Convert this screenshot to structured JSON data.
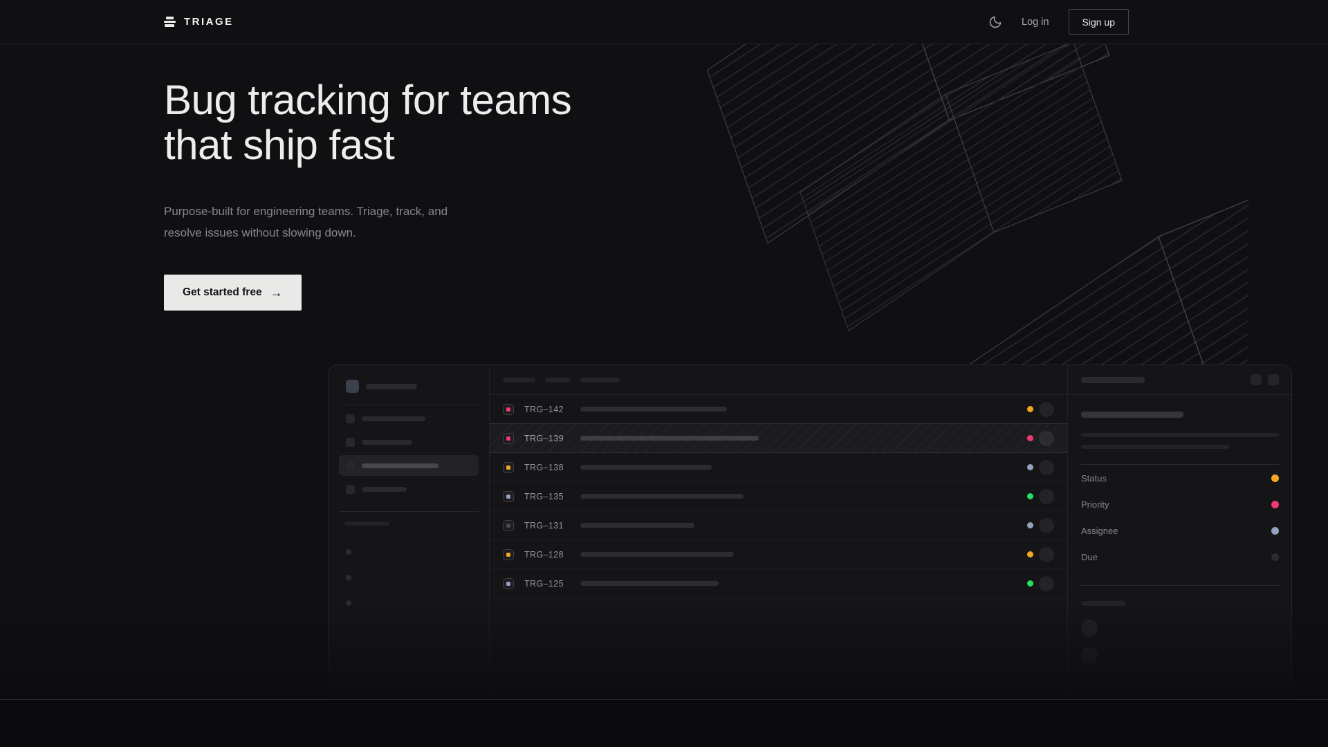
{
  "nav": {
    "brand": "TRIAGE",
    "login_label": "Log in",
    "signup_label": "Sign up"
  },
  "hero": {
    "heading_line1": "Bug tracking for teams",
    "heading_line2": "that ship fast",
    "subtitle_line1": "Purpose-built for engineering teams. Triage, track, and",
    "subtitle_line2": "resolve issues without slowing down.",
    "cta_label": "Get started free",
    "cta_arrow": "→"
  },
  "mockup": {
    "issues": [
      {
        "id": "TRG–142",
        "icon_color": "#ee3a6f",
        "status_color": "#f5a623",
        "title_width": 212,
        "selected": false
      },
      {
        "id": "TRG–139",
        "icon_color": "#ee3a6f",
        "status_color": "#ee3a6f",
        "title_width": 258,
        "selected": true
      },
      {
        "id": "TRG–138",
        "icon_color": "#f5a623",
        "status_color": "#93a3bd",
        "title_width": 190,
        "selected": false
      },
      {
        "id": "TRG–135",
        "icon_color": "#93a3bd",
        "status_color": "#24e05f",
        "title_width": 236,
        "selected": false
      },
      {
        "id": "TRG–131",
        "icon_color": "#4a4a52",
        "status_color": "#93a3bd",
        "title_width": 165,
        "selected": false
      },
      {
        "id": "TRG–128",
        "icon_color": "#f5a623",
        "status_color": "#f5a623",
        "title_width": 222,
        "selected": false
      },
      {
        "id": "TRG–125",
        "icon_color": "#93a3bd",
        "status_color": "#24e05f",
        "title_width": 200,
        "selected": false
      }
    ],
    "detail_fields": [
      {
        "label": "Status",
        "dot_color": "#f5a623"
      },
      {
        "label": "Priority",
        "dot_color": "#ee3a6f"
      },
      {
        "label": "Assignee",
        "dot_color": "#93a3bd"
      },
      {
        "label": "Due",
        "dot_color": "#2b2b30"
      }
    ]
  },
  "colors": {
    "page_background": "#101013",
    "card_background": "#151518",
    "cta_background": "#e9e9e7",
    "amber": "#f5a623",
    "pink": "#ee3a6f",
    "slate": "#93a3bd",
    "green": "#24e05f"
  }
}
